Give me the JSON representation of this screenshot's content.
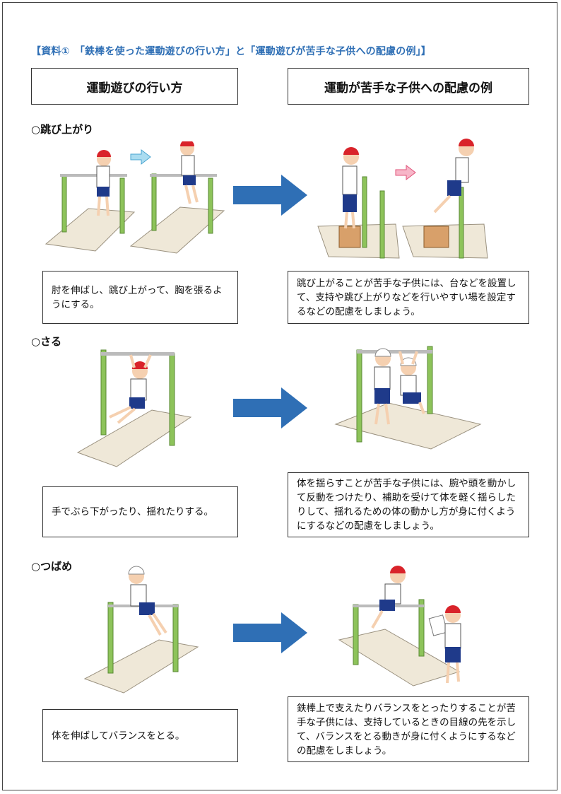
{
  "title": "【資料①　「鉄棒を使った運動遊びの行い方」と「運動遊びが苦手な子供への配慮の例」】",
  "headers": {
    "left": "運動遊びの行い方",
    "right": "運動が苦手な子供への配慮の例"
  },
  "sections": [
    {
      "name": "○跳び上がり",
      "method": "肘を伸ばし、跳び上がって、胸を張るようにする。",
      "support": "跳び上がることが苦手な子供には、台などを設置して、支持や跳び上がりなどを行いやすい場を設定するなどの配慮をしましょう。"
    },
    {
      "name": "○さる",
      "method": "手でぶら下がったり、揺れたりする。",
      "support": "体を揺らすことが苦手な子供には、腕や頭を動かして反動をつけたり、補助を受けて体を軽く揺らしたりして、揺れるための体の動かし方が身に付くようにするなどの配慮をしましょう。"
    },
    {
      "name": "○つばめ",
      "method": "体を伸ばしてバランスをとる。",
      "support": "鉄棒上で支えたりバランスをとったりすることが苦手な子供には、支持しているときの目線の先を示して、バランスをとる動きが身に付くようにするなどの配慮をしましょう。"
    }
  ],
  "colors": {
    "title": "#2f6fb5",
    "arrow": "#2f6fb5",
    "bar_post": "#8dc35a",
    "mat": "#efe8d8",
    "cap": "#d9232a"
  }
}
